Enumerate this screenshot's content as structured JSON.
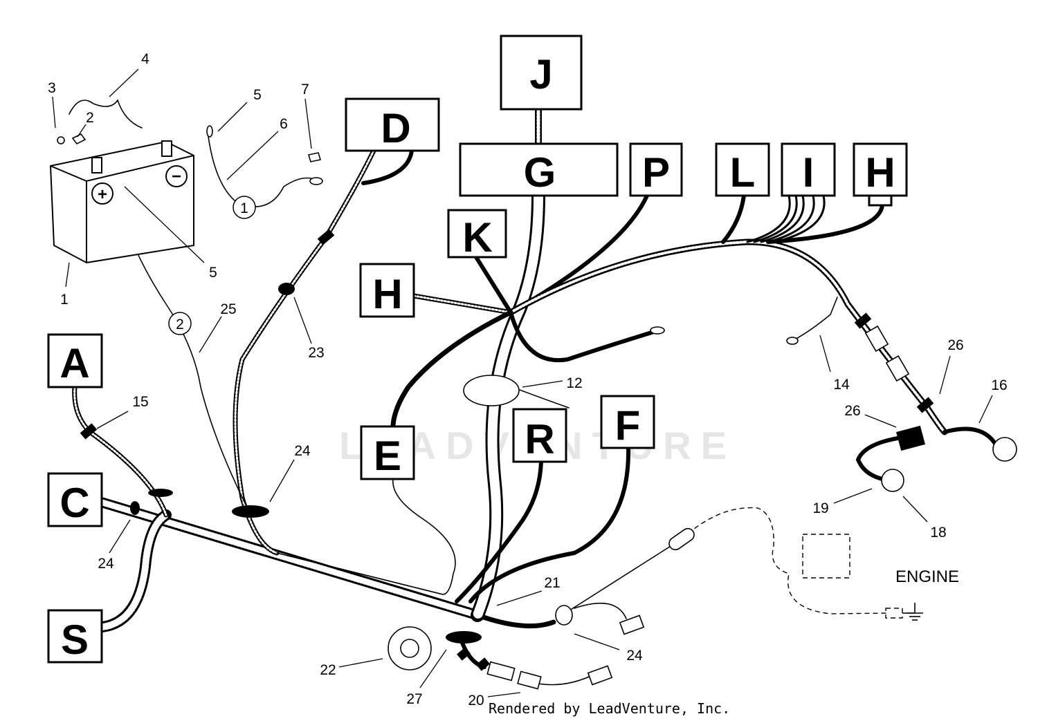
{
  "colors": {
    "line": "#000000",
    "watermark": "#e6e6e6",
    "background": "#ffffff"
  },
  "connectors": {
    "J": "J",
    "G": "G",
    "D": "D",
    "P": "P",
    "L": "L",
    "I": "I",
    "H_top": "H",
    "K": "K",
    "H_left": "H",
    "A": "A",
    "E": "E",
    "R": "R",
    "F": "F",
    "C": "C",
    "S": "S"
  },
  "callouts": {
    "c1": "1",
    "c2": "2",
    "c3": "3",
    "c4": "4",
    "c5a": "5",
    "c5b": "5",
    "c6": "6",
    "c7": "7",
    "c12": "12",
    "c14": "14",
    "c15": "15",
    "c16": "16",
    "c18": "18",
    "c19": "19",
    "c20": "20",
    "c21": "21",
    "c22": "22",
    "c23": "23",
    "c24a": "24",
    "c24b": "24",
    "c24c": "24",
    "c25": "25",
    "c26a": "26",
    "c26b": "26",
    "c27": "27",
    "circ1": "1",
    "circ2": "2"
  },
  "battery": {
    "plus": "+",
    "minus": "−"
  },
  "engine_label": "ENGINE",
  "watermark": "LEADVENTURE",
  "footer": "Rendered by LeadVenture, Inc.",
  "icons": {
    "ground": "ground-symbol-icon"
  }
}
